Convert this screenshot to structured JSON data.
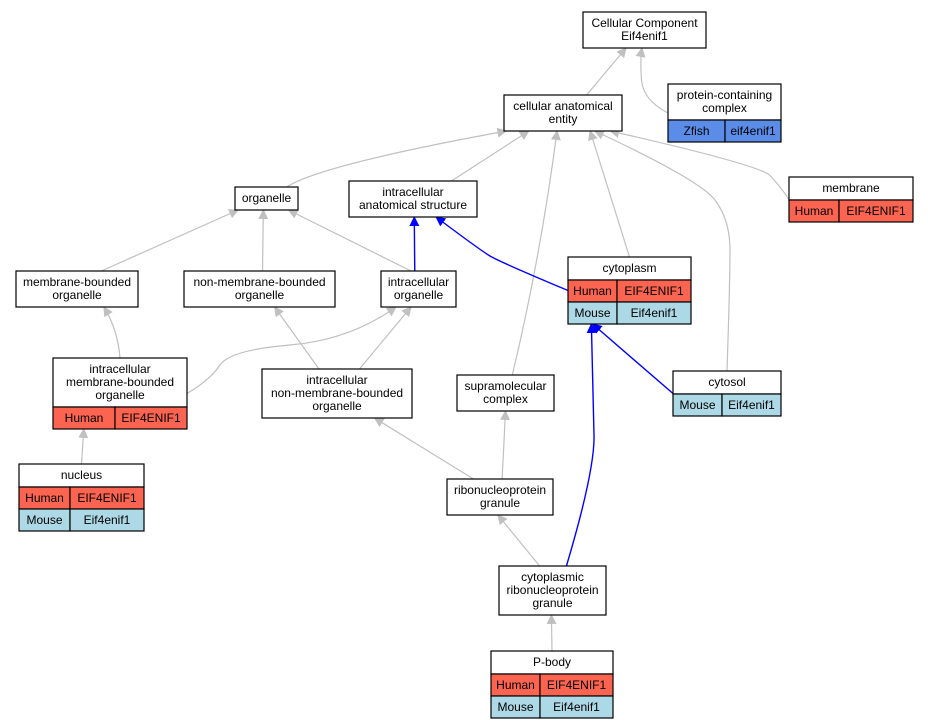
{
  "colors": {
    "human": "#fa6450",
    "mouse": "#add8e6",
    "zfish": "#5a8ce8",
    "edge_is_a": "#c0c0c0",
    "edge_part_of": "#0000ff"
  },
  "nodes": {
    "root": {
      "lines": [
        "Cellular Component",
        "Eif4enif1"
      ]
    },
    "cae": {
      "lines": [
        "cellular anatomical",
        "entity"
      ]
    },
    "pcc": {
      "lines": [
        "protein-containing",
        "complex"
      ],
      "rows": [
        [
          {
            "species": "zfish",
            "label": "Zfish"
          },
          {
            "species": "zfish",
            "label": "eif4enif1"
          }
        ]
      ]
    },
    "organelle": {
      "lines": [
        "organelle"
      ]
    },
    "ias": {
      "lines": [
        "intracellular",
        "anatomical structure"
      ]
    },
    "membrane": {
      "lines": [
        "membrane"
      ],
      "rows": [
        [
          {
            "species": "human",
            "label": "Human"
          },
          {
            "species": "human",
            "label": "EIF4ENIF1"
          }
        ]
      ]
    },
    "mbo": {
      "lines": [
        "membrane-bounded",
        "organelle"
      ]
    },
    "nmbo": {
      "lines": [
        "non-membrane-bounded",
        "organelle"
      ]
    },
    "io": {
      "lines": [
        "intracellular",
        "organelle"
      ]
    },
    "cytoplasm": {
      "lines": [
        "cytoplasm"
      ],
      "rows": [
        [
          {
            "species": "human",
            "label": "Human"
          },
          {
            "species": "human",
            "label": "EIF4ENIF1"
          }
        ],
        [
          {
            "species": "mouse",
            "label": "Mouse"
          },
          {
            "species": "mouse",
            "label": "Eif4enif1"
          }
        ]
      ]
    },
    "imbo": {
      "lines": [
        "intracellular",
        "membrane-bounded",
        "organelle"
      ],
      "rows": [
        [
          {
            "species": "human",
            "label": "Human"
          },
          {
            "species": "human",
            "label": "EIF4ENIF1"
          }
        ]
      ]
    },
    "inmbo": {
      "lines": [
        "intracellular",
        "non-membrane-bounded",
        "organelle"
      ]
    },
    "smc": {
      "lines": [
        "supramolecular",
        "complex"
      ]
    },
    "cytosol": {
      "lines": [
        "cytosol"
      ],
      "rows": [
        [
          {
            "species": "mouse",
            "label": "Mouse"
          },
          {
            "species": "mouse",
            "label": "Eif4enif1"
          }
        ]
      ]
    },
    "nucleus": {
      "lines": [
        "nucleus"
      ],
      "rows": [
        [
          {
            "species": "human",
            "label": "Human"
          },
          {
            "species": "human",
            "label": "EIF4ENIF1"
          }
        ],
        [
          {
            "species": "mouse",
            "label": "Mouse"
          },
          {
            "species": "mouse",
            "label": "Eif4enif1"
          }
        ]
      ]
    },
    "rnpg": {
      "lines": [
        "ribonucleoprotein",
        "granule"
      ]
    },
    "crnpg": {
      "lines": [
        "cytoplasmic",
        "ribonucleoprotein",
        "granule"
      ]
    },
    "pbody": {
      "lines": [
        "P-body"
      ],
      "rows": [
        [
          {
            "species": "human",
            "label": "Human"
          },
          {
            "species": "human",
            "label": "EIF4ENIF1"
          }
        ],
        [
          {
            "species": "mouse",
            "label": "Mouse"
          },
          {
            "species": "mouse",
            "label": "Eif4enif1"
          }
        ]
      ]
    }
  },
  "edges": [
    {
      "from": "cae",
      "to": "root",
      "kind": "is_a"
    },
    {
      "from": "pcc",
      "to": "root",
      "kind": "is_a"
    },
    {
      "from": "organelle",
      "to": "cae",
      "kind": "is_a"
    },
    {
      "from": "ias",
      "to": "cae",
      "kind": "is_a"
    },
    {
      "from": "membrane",
      "to": "cae",
      "kind": "is_a"
    },
    {
      "from": "cytoplasm",
      "to": "cae",
      "kind": "is_a"
    },
    {
      "from": "smc",
      "to": "cae",
      "kind": "is_a"
    },
    {
      "from": "cytosol",
      "to": "cae",
      "kind": "is_a"
    },
    {
      "from": "mbo",
      "to": "organelle",
      "kind": "is_a"
    },
    {
      "from": "nmbo",
      "to": "organelle",
      "kind": "is_a"
    },
    {
      "from": "io",
      "to": "organelle",
      "kind": "is_a"
    },
    {
      "from": "io",
      "to": "ias",
      "kind": "part_of"
    },
    {
      "from": "cytoplasm",
      "to": "ias",
      "kind": "part_of"
    },
    {
      "from": "imbo",
      "to": "mbo",
      "kind": "is_a"
    },
    {
      "from": "imbo",
      "to": "io",
      "kind": "is_a"
    },
    {
      "from": "inmbo",
      "to": "nmbo",
      "kind": "is_a"
    },
    {
      "from": "inmbo",
      "to": "io",
      "kind": "is_a"
    },
    {
      "from": "cytosol",
      "to": "cytoplasm",
      "kind": "part_of"
    },
    {
      "from": "nucleus",
      "to": "imbo",
      "kind": "is_a"
    },
    {
      "from": "rnpg",
      "to": "inmbo",
      "kind": "is_a"
    },
    {
      "from": "rnpg",
      "to": "smc",
      "kind": "is_a"
    },
    {
      "from": "crnpg",
      "to": "rnpg",
      "kind": "is_a"
    },
    {
      "from": "crnpg",
      "to": "cytoplasm",
      "kind": "part_of"
    },
    {
      "from": "pbody",
      "to": "crnpg",
      "kind": "is_a"
    }
  ]
}
